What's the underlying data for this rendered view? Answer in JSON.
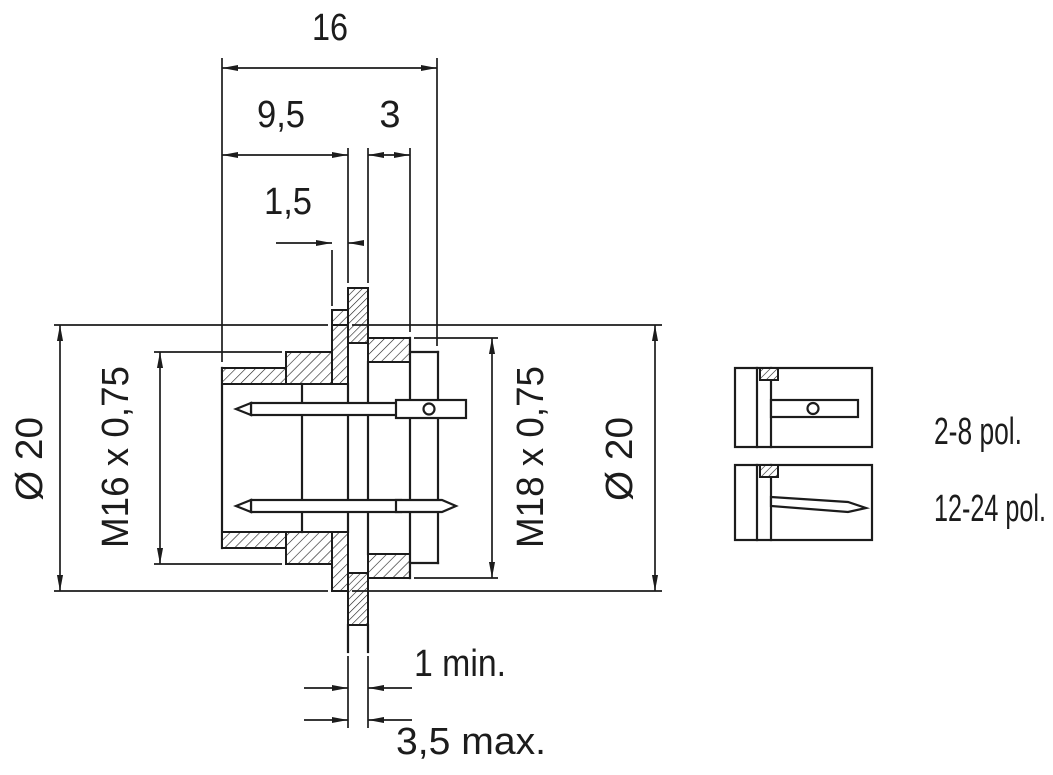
{
  "colors": {
    "line": "#1c1c1c",
    "background": "#ffffff"
  },
  "main_view": {
    "dimensions": {
      "dim_16": "16",
      "dim_9_5": "9,5",
      "dim_3": "3",
      "dim_1_5": "1,5",
      "dia_left": "Ø 20",
      "thread_front": "M16 x 0,75",
      "thread_rear": "M18 x 0,75",
      "dia_right": "Ø 20",
      "panel_min": "1 min.",
      "panel_max": "3,5 max."
    }
  },
  "variant_views": [
    {
      "label": "2-8 pol."
    },
    {
      "label": "12-24 pol."
    }
  ]
}
